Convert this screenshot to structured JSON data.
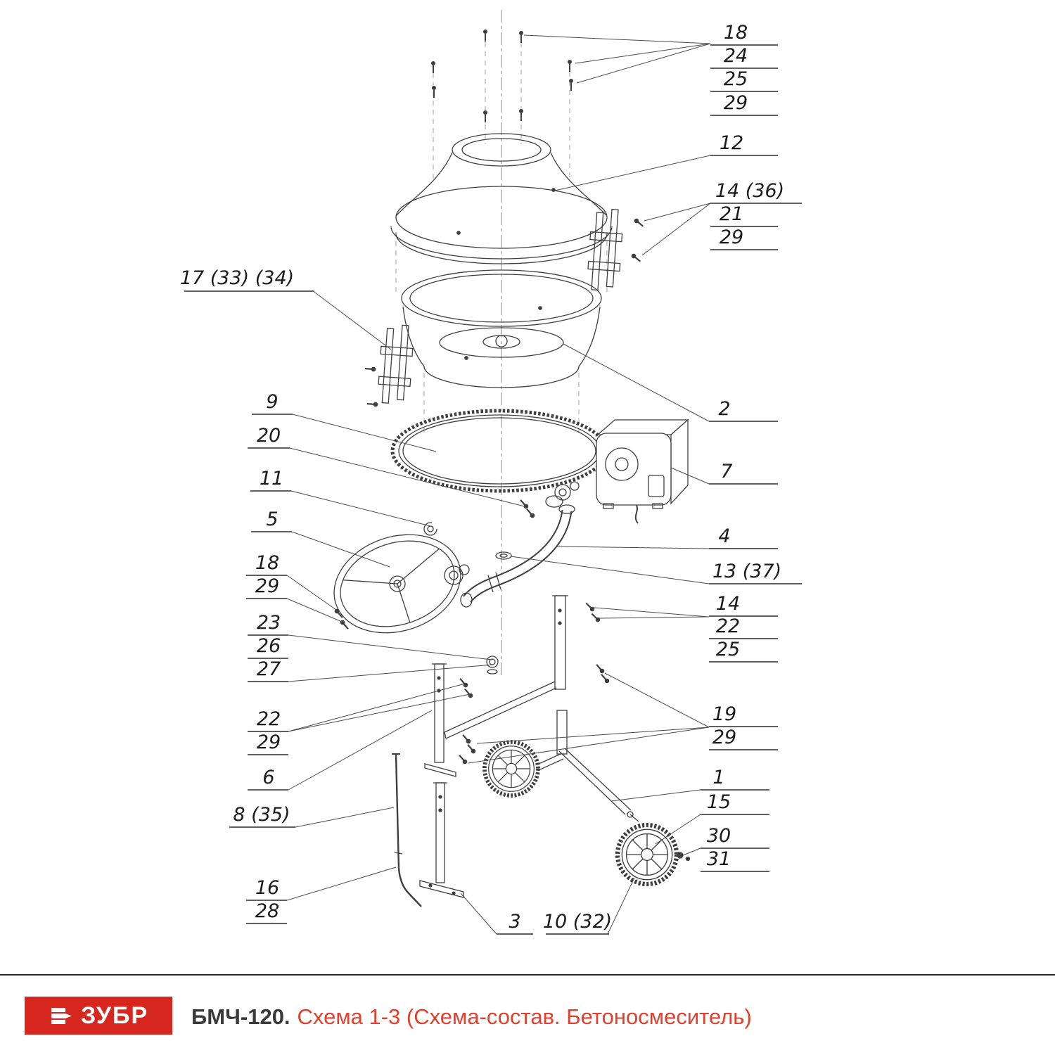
{
  "footer": {
    "logo": "ЗУБР",
    "model": "БМЧ-120.",
    "scheme": "Схема 1-3 (Схема-состав. Бетоносмеситель)"
  },
  "colors": {
    "logo_background": "#d7261d",
    "logo_text": "#ffffff",
    "subtitle_accent": "#e2402c",
    "line_art": "#3f3f3f"
  },
  "callouts": {
    "t18": "18",
    "t24": "24",
    "t25": "25",
    "t29": "29",
    "p12": "12",
    "p14_36": "14 (36)",
    "p21": "21",
    "p29r": "29",
    "p17": "17 (33) (34)",
    "p2": "2",
    "p9": "9",
    "p20": "20",
    "p11": "11",
    "p5": "5",
    "p7": "7",
    "p4": "4",
    "p13_37": "13 (37)",
    "l18": "18",
    "l29": "29",
    "p23": "23",
    "p26": "26",
    "p27": "27",
    "m14": "14",
    "m22": "22",
    "m25": "25",
    "l22": "22",
    "l29b": "29",
    "p6": "6",
    "p19": "19",
    "r29": "29",
    "p8_35": "8 (35)",
    "p1": "1",
    "p15": "15",
    "p30": "30",
    "p31": "31",
    "p16": "16",
    "p28": "28",
    "p3": "3",
    "p10_32": "10 (32)"
  }
}
